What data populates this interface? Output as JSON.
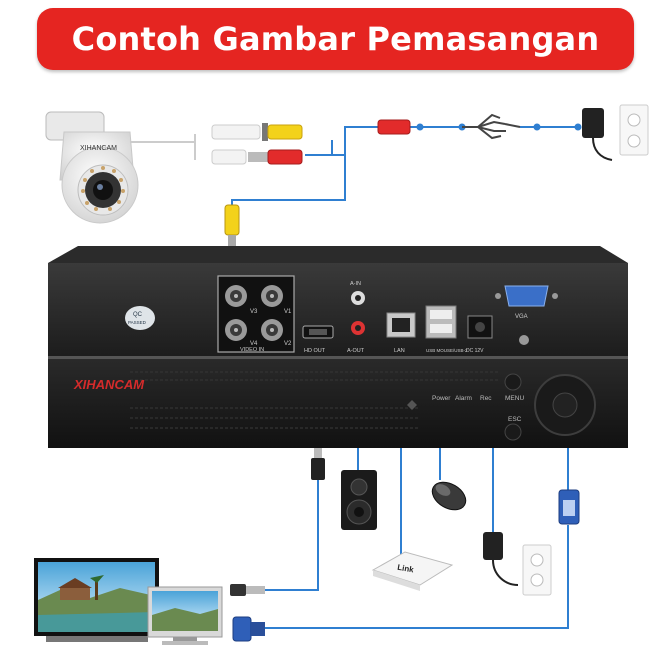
{
  "banner": {
    "title": "Contoh Gambar Pemasangan"
  },
  "camera": {
    "brand": "XIHANCAM"
  },
  "dvr": {
    "brand": "XIHANCAM",
    "qc_top": "QC",
    "qc_bottom": "PASSED",
    "port_labels": {
      "v3": "V3",
      "v1": "V1",
      "v4": "V4",
      "v2": "V2",
      "video_in": "VIDEO IN",
      "hd_out": "HD OUT",
      "a_in": "A-IN",
      "a_out": "A-OUT",
      "lan": "LAN",
      "usb": "USB MOUSE/USB-2",
      "dc": "DC 12V",
      "vga": "VGA"
    },
    "front_labels": {
      "power": "Power",
      "alarm": "Alarm",
      "rec": "Rec",
      "menu": "MENU",
      "esc": "ESC"
    }
  },
  "router": {
    "label": "Link"
  },
  "colors": {
    "banner": "#e52521",
    "cable": "#2f7fd1",
    "dvr_body": "#242424"
  }
}
